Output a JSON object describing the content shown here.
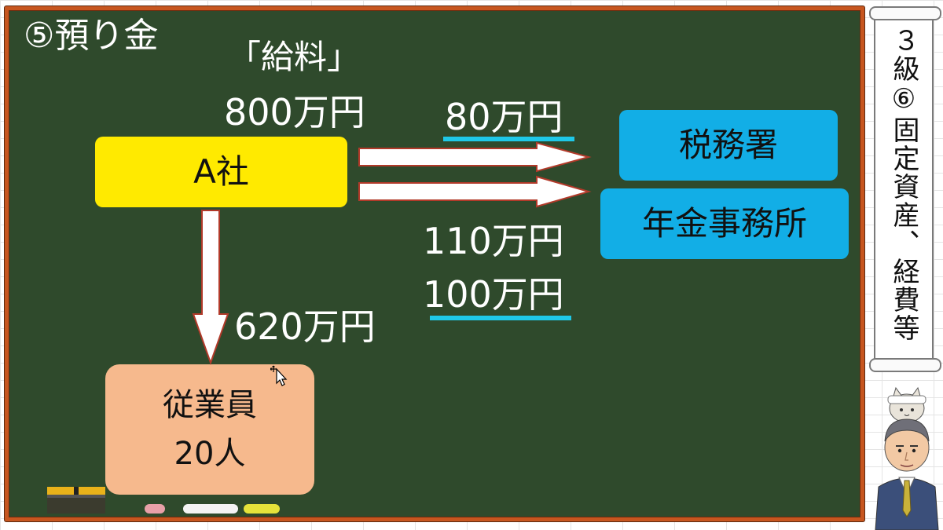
{
  "board": {
    "title": "⑤預り金",
    "salary_label": "「給料」",
    "salary_amount": "800万円",
    "tax_amount": "80万円",
    "pension_amount_1": "110万円",
    "pension_amount_2": "100万円",
    "employee_amount": "620万円"
  },
  "boxes": {
    "company": "A社",
    "tax_office": "税務署",
    "pension_office": "年金事務所",
    "employee_line1": "従業員",
    "employee_line2": "20人"
  },
  "scroll": {
    "text": "３級⑥固定資産、経費等"
  },
  "colors": {
    "board": "#2f4a2c",
    "frame": "#c7561f",
    "company_box": "#ffea00",
    "office_box": "#12aee6",
    "employee_box": "#f6b98d",
    "underline": "#1fc8e8"
  },
  "icons": {
    "cursor": "move-cursor-icon",
    "presenter": "presenter-illustration"
  }
}
